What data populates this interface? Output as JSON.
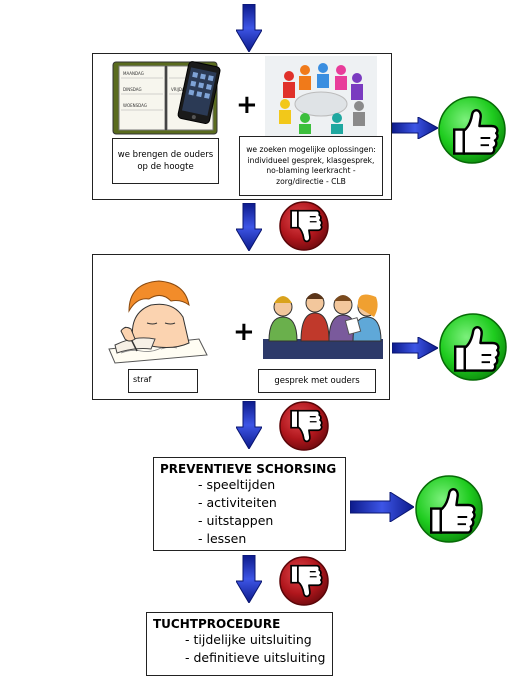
{
  "stage1": {
    "caption_left": "we brengen de ouders op de hoogte",
    "caption_right": "we zoeken mogelijke oplossingen: individueel gesprek, klasgesprek, no-blaming leerkracht - zorg/directie - CLB",
    "planner_days": [
      "MAANDAG",
      "DINSDAG",
      "WOENSDAG",
      "VRIJDAG"
    ],
    "plus": "+"
  },
  "stage2": {
    "caption_left": "straf",
    "caption_right": "gesprek met ouders",
    "plus": "+"
  },
  "stage3": {
    "title": "PREVENTIEVE SCHORSING",
    "items": [
      "- speeltijden",
      "- activiteiten",
      "- uitstappen",
      "- lessen"
    ]
  },
  "stage4": {
    "title": "TUCHTPROCEDURE",
    "items": [
      "- tijdelijke uitsluiting",
      "- definitieve uitsluiting"
    ]
  },
  "colors": {
    "arrow_blue": "#2a3cc8",
    "thumb_up_bg": "#1fcc1f",
    "thumb_down_bg": "#b0161c"
  }
}
